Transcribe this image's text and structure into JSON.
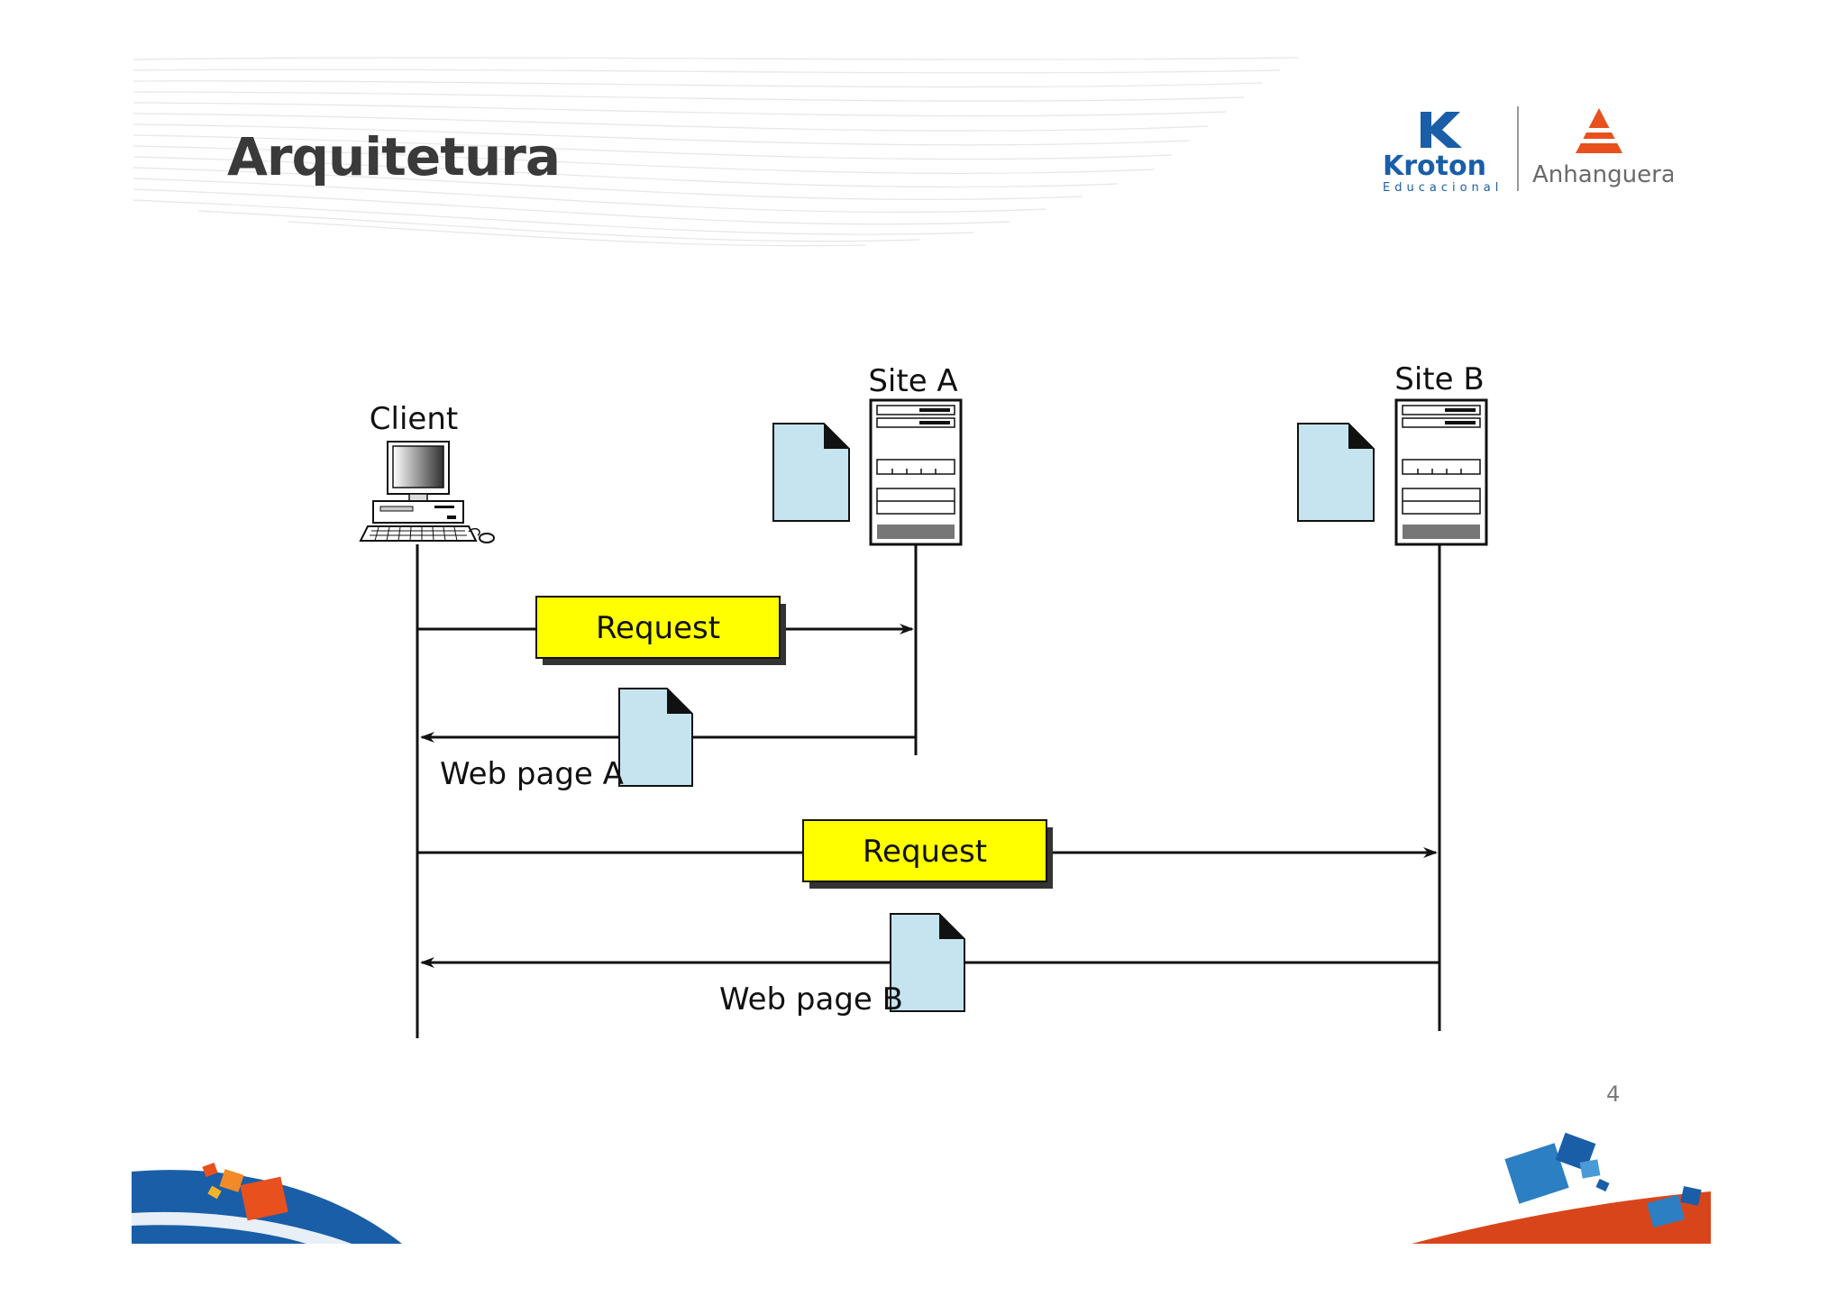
{
  "slide": {
    "title": "Arquitetura",
    "page_number": "4"
  },
  "logos": {
    "kroton_name": "Kroton",
    "kroton_sub": "Educacional",
    "anhanguera_name": "Anhanguera",
    "kroton_color": "#1a5ea8",
    "anhanguera_color": "#e8501e"
  },
  "diagram": {
    "participants": {
      "client": "Client",
      "site_a": "Site A",
      "site_b": "Site B"
    },
    "messages": [
      {
        "label": "Request",
        "from": "client",
        "to": "site_a"
      },
      {
        "label": "Web page A",
        "from": "site_a",
        "to": "client"
      },
      {
        "label": "Request",
        "from": "client",
        "to": "site_b"
      },
      {
        "label": "Web page B",
        "from": "site_b",
        "to": "client"
      }
    ],
    "colors": {
      "request_box": "#ffff00",
      "document": "#c5e4ef",
      "line": "#111111"
    }
  }
}
